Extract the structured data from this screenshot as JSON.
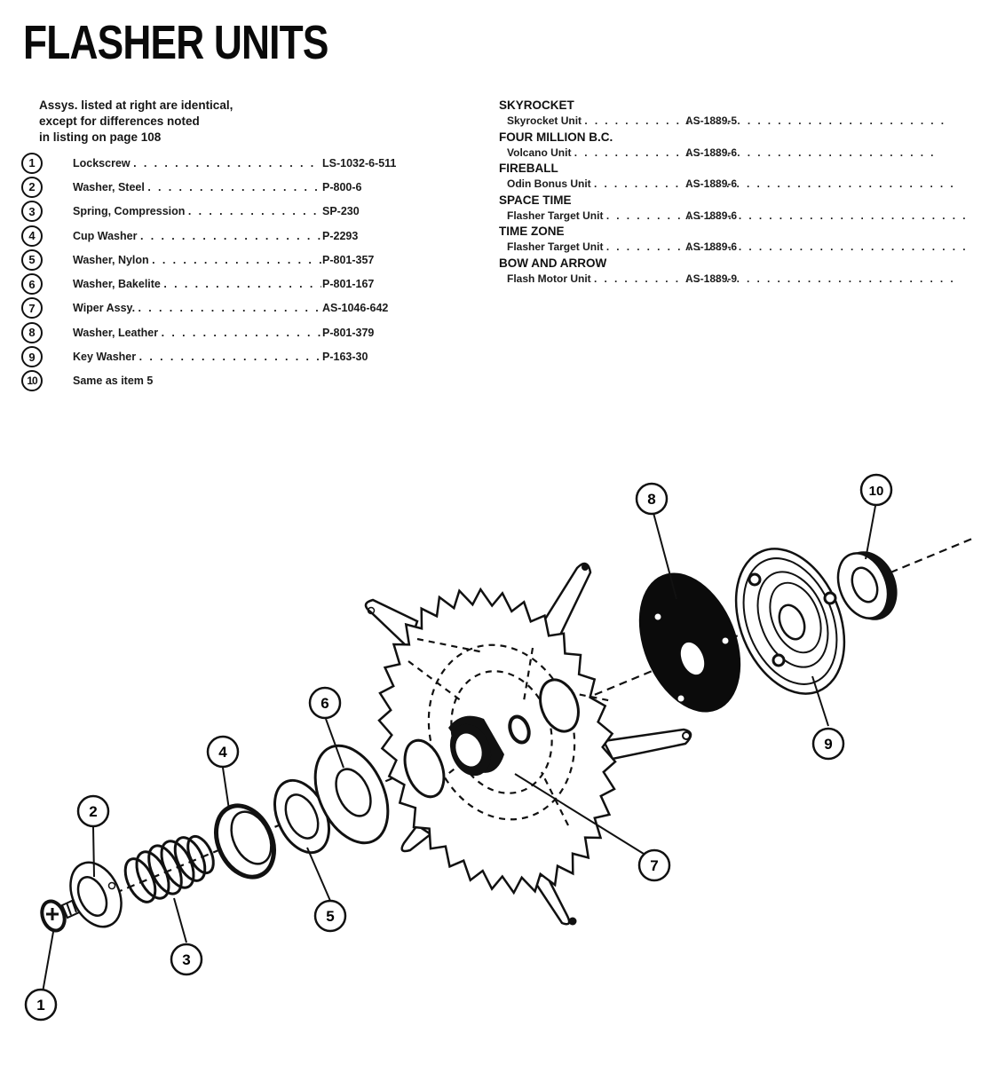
{
  "title": "FLASHER UNITS",
  "note": {
    "lines": [
      "Assys. listed at right are identical,",
      "except for differences noted",
      "in listing on page 108"
    ]
  },
  "parts": [
    {
      "num": "1",
      "name": "Lockscrew",
      "part_no": "LS-1032-6-511"
    },
    {
      "num": "2",
      "name": "Washer, Steel",
      "part_no": "P-800-6"
    },
    {
      "num": "3",
      "name": "Spring, Compression",
      "part_no": "SP-230"
    },
    {
      "num": "4",
      "name": "Cup Washer",
      "part_no": "P-2293"
    },
    {
      "num": "5",
      "name": "Washer, Nylon",
      "part_no": "P-801-357"
    },
    {
      "num": "6",
      "name": "Washer, Bakelite",
      "part_no": "P-801-167"
    },
    {
      "num": "7",
      "name": "Wiper Assy.",
      "part_no": "AS-1046-642"
    },
    {
      "num": "8",
      "name": "Washer, Leather",
      "part_no": "P-801-379"
    },
    {
      "num": "9",
      "name": "Key Washer",
      "part_no": "P-163-30"
    },
    {
      "num": "10",
      "name": "Same as item 5",
      "part_no": ""
    }
  ],
  "dot_leader": ". . . . . . . . . . . . . . . . . . . . . . . . . . . . . . . . . . . .",
  "games": [
    {
      "game": "SKYROCKET",
      "unit": "Skyrocket Unit",
      "assy": "AS-1889-5"
    },
    {
      "game": "FOUR MILLION B.C.",
      "unit": "Volcano Unit",
      "assy": "AS-1889-6"
    },
    {
      "game": "FIREBALL",
      "unit": "Odin Bonus Unit",
      "assy": "AS-1889-6"
    },
    {
      "game": "SPACE TIME",
      "unit": "Flasher Target Unit",
      "assy": "AS-1889-6"
    },
    {
      "game": "TIME ZONE",
      "unit": "Flasher Target Unit",
      "assy": "AS-1889-6"
    },
    {
      "game": "BOW AND ARROW",
      "unit": "Flash Motor Unit",
      "assy": "AS-1889-9"
    }
  ],
  "diagram": {
    "callouts": [
      "1",
      "2",
      "3",
      "4",
      "5",
      "6",
      "7",
      "8",
      "9",
      "10"
    ]
  }
}
